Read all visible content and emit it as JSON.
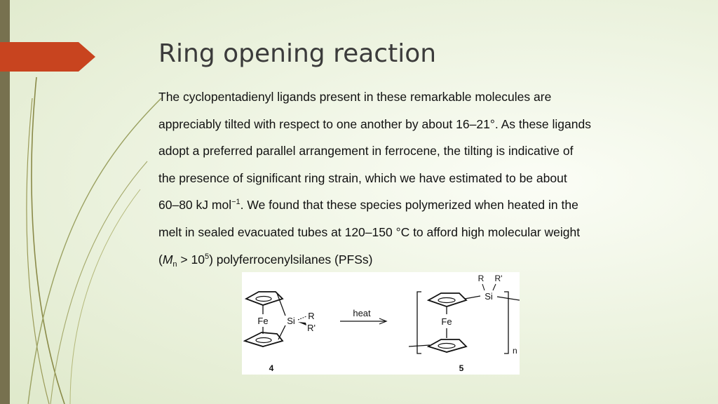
{
  "slide": {
    "title": "Ring opening reaction",
    "paragraph": {
      "line1": "The cyclopentadienyl ligands present in these remarkable molecules are",
      "line2": "appreciably tilted with respect to one another by about 16–21°. As these ligands",
      "line3": "adopt a preferred parallel arrangement in ferrocene, the tilting is indicative of",
      "line4": "the presence of significant ring strain, which we have estimated to be about",
      "line5_a": "60–80 kJ mol",
      "line5_sup": "−1",
      "line5_b": ". We found that these species polymerized when heated in the",
      "line6": "melt in sealed evacuated tubes at 120–150 °C to afford high molecular weight",
      "line7_open": "(",
      "line7_M": "M",
      "line7_sub": "n",
      "line7_mid": " > 10",
      "line7_sup": "5",
      "line7_end": ") polyferrocenylsilanes (PFSs)"
    },
    "figure": {
      "reactant": {
        "fe": "Fe",
        "si": "Si",
        "r": "R",
        "r_prime": "R'",
        "number": "4"
      },
      "arrow_label": "heat",
      "product": {
        "fe": "Fe",
        "si": "Si",
        "r": "R",
        "r_prime": "R'",
        "subscript": "n",
        "number": "5"
      }
    },
    "colors": {
      "accent_arrow": "#c8441f",
      "left_bar": "#77714f",
      "swoosh": "#8a8a48"
    }
  }
}
